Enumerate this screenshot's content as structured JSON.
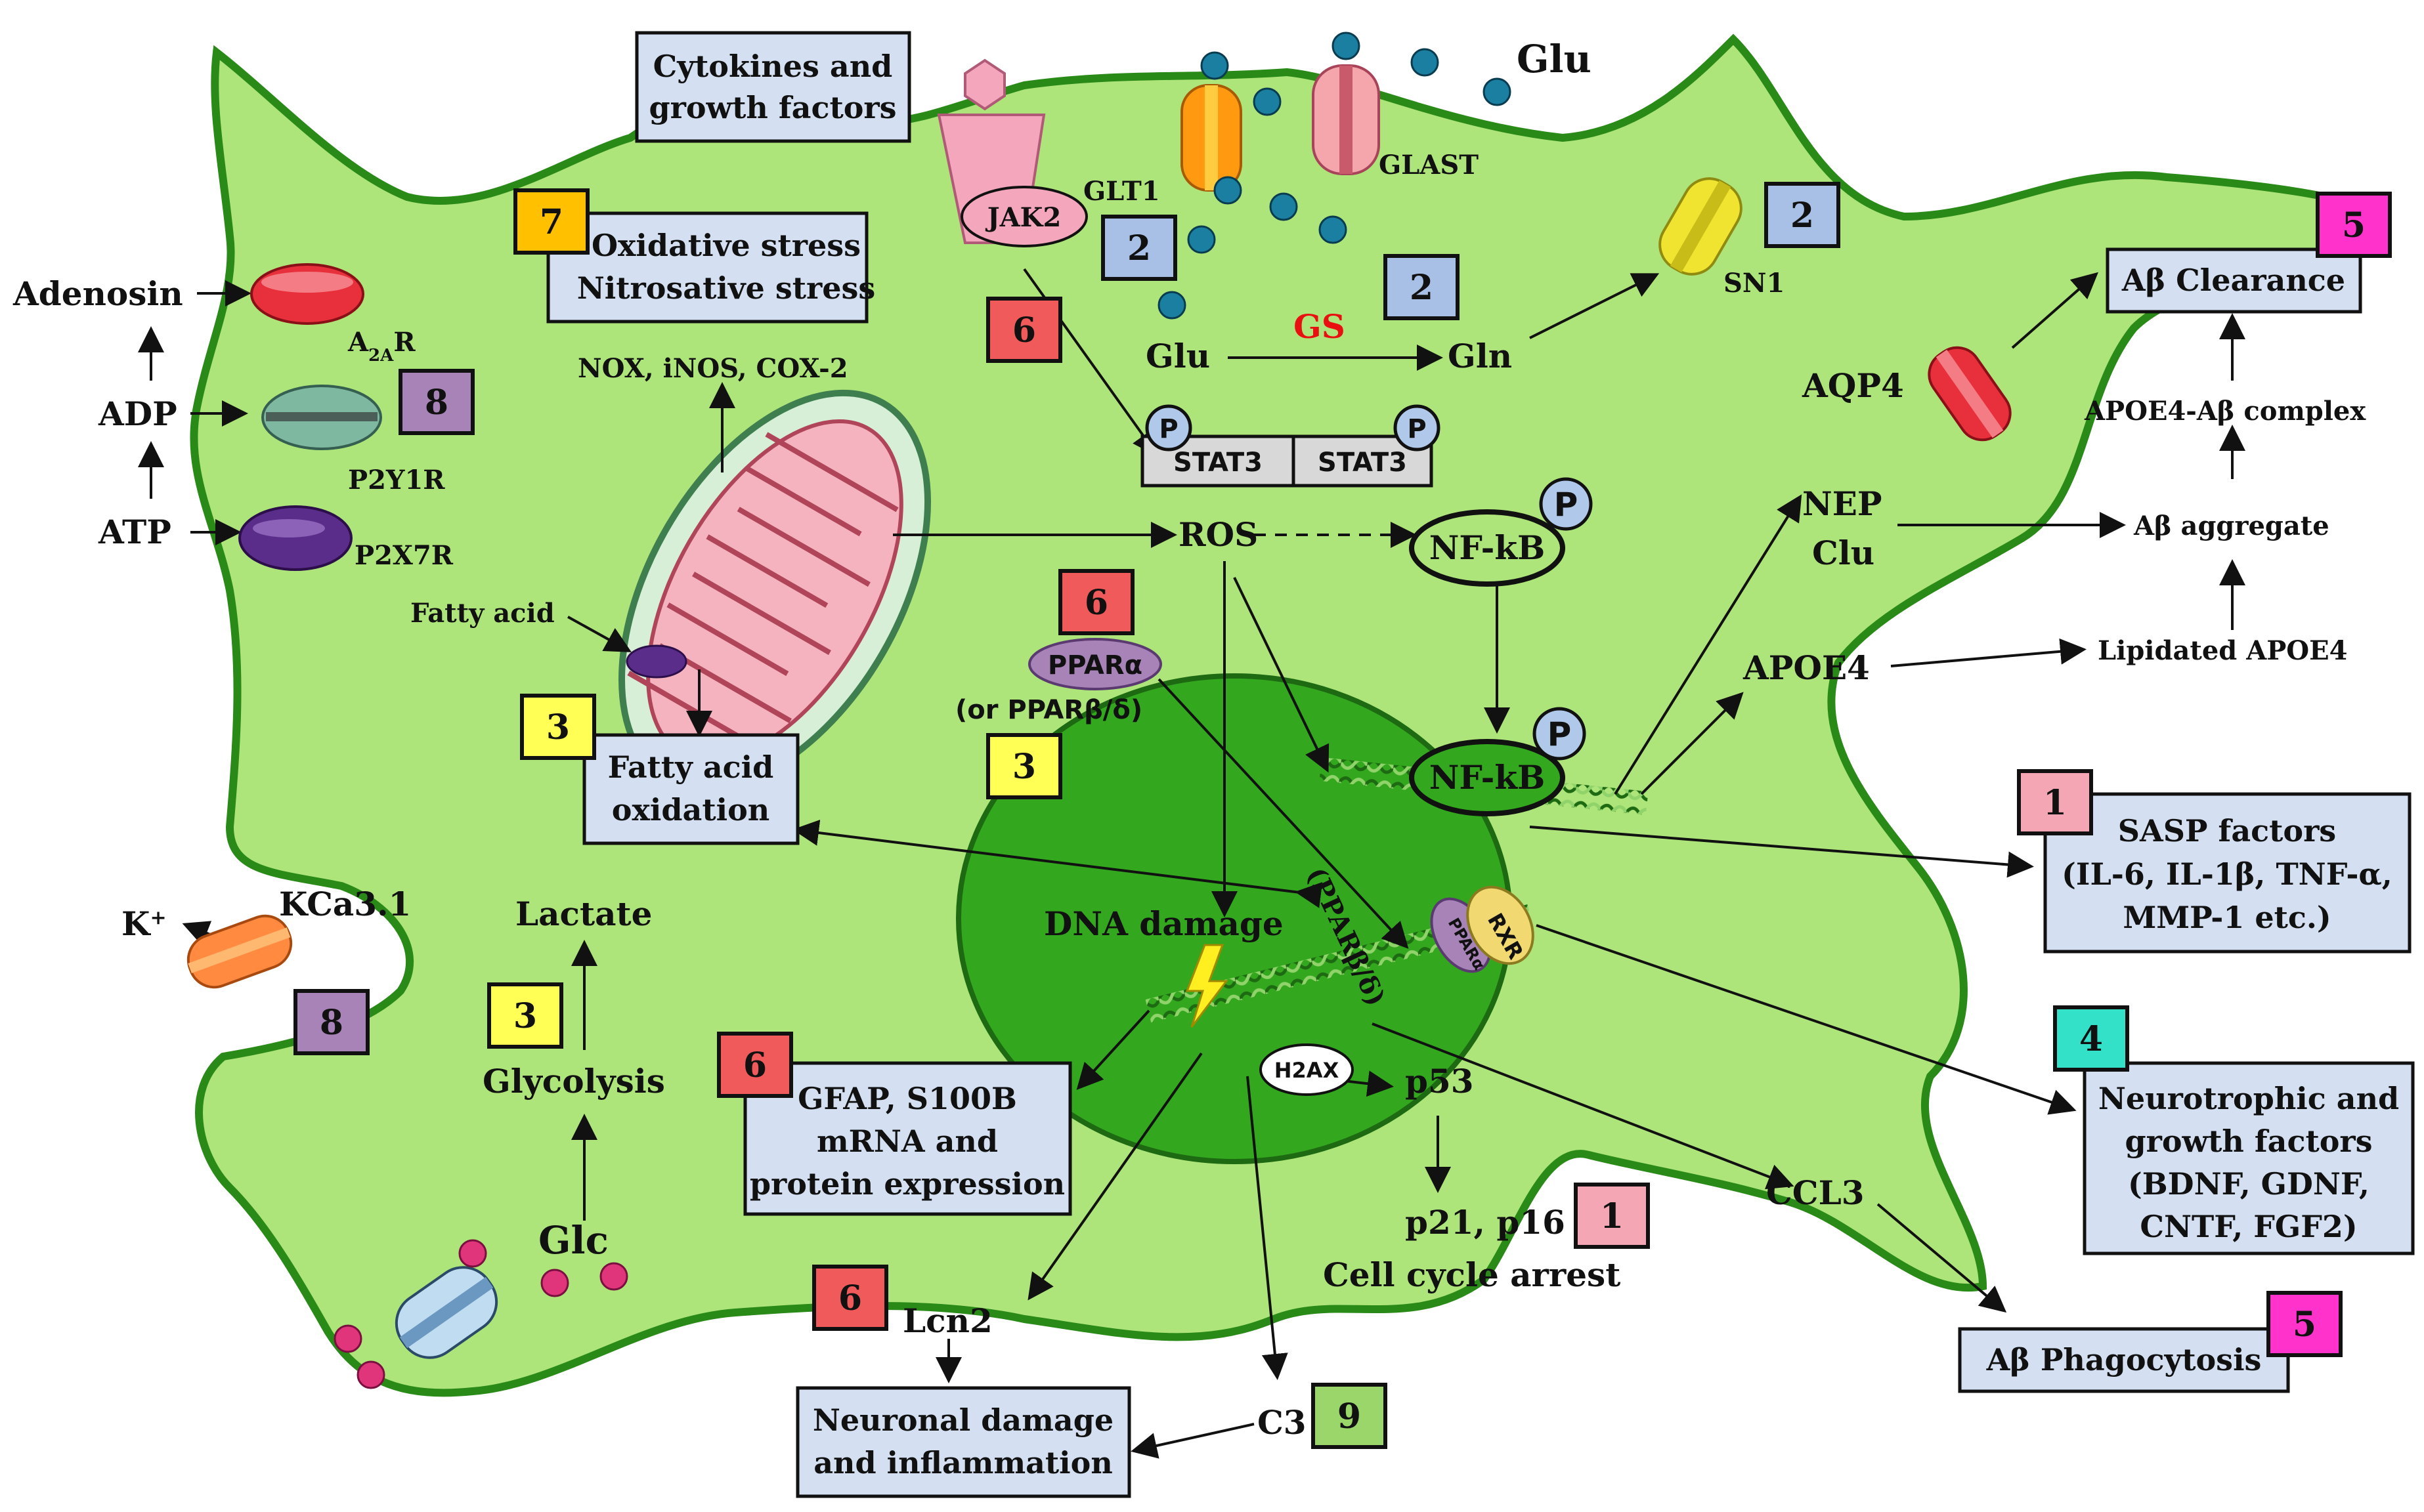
{
  "colors": {
    "cell": "#aee57a",
    "cell_border": "#2a8a18",
    "nucleus": "#33a81e",
    "box_fill": "#d4e0f1",
    "badge_1": "#f4a6b4",
    "badge_2": "#a8c0e6",
    "badge_3": "#ffff55",
    "badge_4": "#33e0c8",
    "badge_5": "#ff33cc",
    "badge_6": "#f05a5a",
    "badge_7": "#ffc000",
    "badge_8": "#a883b8",
    "badge_9": "#9ad66a",
    "glu_particle": "#1a7fa0",
    "glc_particle": "#e0357a",
    "gs_text": "#e81010"
  },
  "boxes": {
    "cytokines": [
      "Cytokines and",
      "growth factors"
    ],
    "oxidative": [
      "Oxidative stress",
      "Nitrosative stress"
    ],
    "fatty_acid_oxidation": [
      "Fatty acid",
      "oxidation"
    ],
    "ab_clearance": "Aβ Clearance",
    "sasp": [
      "SASP factors",
      "(IL-6, IL-1β, TNF-α,",
      "MMP-1 etc.)"
    ],
    "neurotrophic": [
      "Neurotrophic and",
      "growth factors",
      "(BDNF, GDNF,",
      "CNTF, FGF2)"
    ],
    "gfap": [
      "GFAP, S100B",
      "mRNA and",
      "protein expression"
    ],
    "neuronal_damage": [
      "Neuronal damage",
      "and inflammation"
    ],
    "ab_phagocytosis": "Aβ Phagocytosis"
  },
  "badges": {
    "b7": "7",
    "b6_jak": "6",
    "b2_glt": "2",
    "b2_gs": "2",
    "b2_sn1": "2",
    "b5_clear": "5",
    "b8_p2y": "8",
    "b3_fao": "3",
    "b6_ppar": "6",
    "b3_ppar": "3",
    "b1_sasp": "1",
    "b4_neuro": "4",
    "b8_kca": "8",
    "b3_glyc": "3",
    "b6_gfap": "6",
    "b1_p21": "1",
    "b5_phago": "5",
    "b6_lcn2": "6",
    "b9_c3": "9"
  },
  "labels": {
    "adenosin": "Adenosin",
    "a2ar_main": "A",
    "a2ar_sub": "2A",
    "a2ar_r": "R",
    "adp": "ADP",
    "p2y1r": "P2Y1R",
    "atp": "ATP",
    "p2x7r": "P2X7R",
    "nox": "NOX, iNOS, COX-2",
    "fatty_acid": "Fatty acid",
    "jak2": "JAK2",
    "glu_top": "Glu",
    "glt1": "GLT1",
    "glast": "GLAST",
    "glu": "Glu",
    "gs": "GS",
    "gln": "Gln",
    "sn1": "SN1",
    "stat3_a": "STAT3",
    "stat3_b": "STAT3",
    "p": "P",
    "ros": "ROS",
    "nfkb_cyto": "NF-kB",
    "nfkb_nuc": "NF-kB",
    "aqp4": "AQP4",
    "apoe4_ab_complex": "APOE4-Aβ complex",
    "nep": "NEP",
    "clu": "Clu",
    "ab_aggregate": "Aβ aggregate",
    "apoe4": "APOE4",
    "lipidated_apoe4": "Lipidated APOE4",
    "ppara": "PPARα",
    "or_ppar": "(or PPARβ/δ)",
    "ppar_bd": "(PPARβ/δ)",
    "rxr": "RXR",
    "ppara_nuc": "PPARα",
    "dna_damage": "DNA damage",
    "h2ax": "H2AX",
    "p53": "p53",
    "p21_p16": "p21, p16",
    "cell_cycle_arrest": "Cell cycle arrest",
    "ccl3": "CCL3",
    "k_plus": "K",
    "k_sup": "+",
    "kca31": "KCa3.1",
    "lactate": "Lactate",
    "glycolysis": "Glycolysis",
    "glc": "Glc",
    "lcn2": "Lcn2",
    "c3": "C3"
  }
}
